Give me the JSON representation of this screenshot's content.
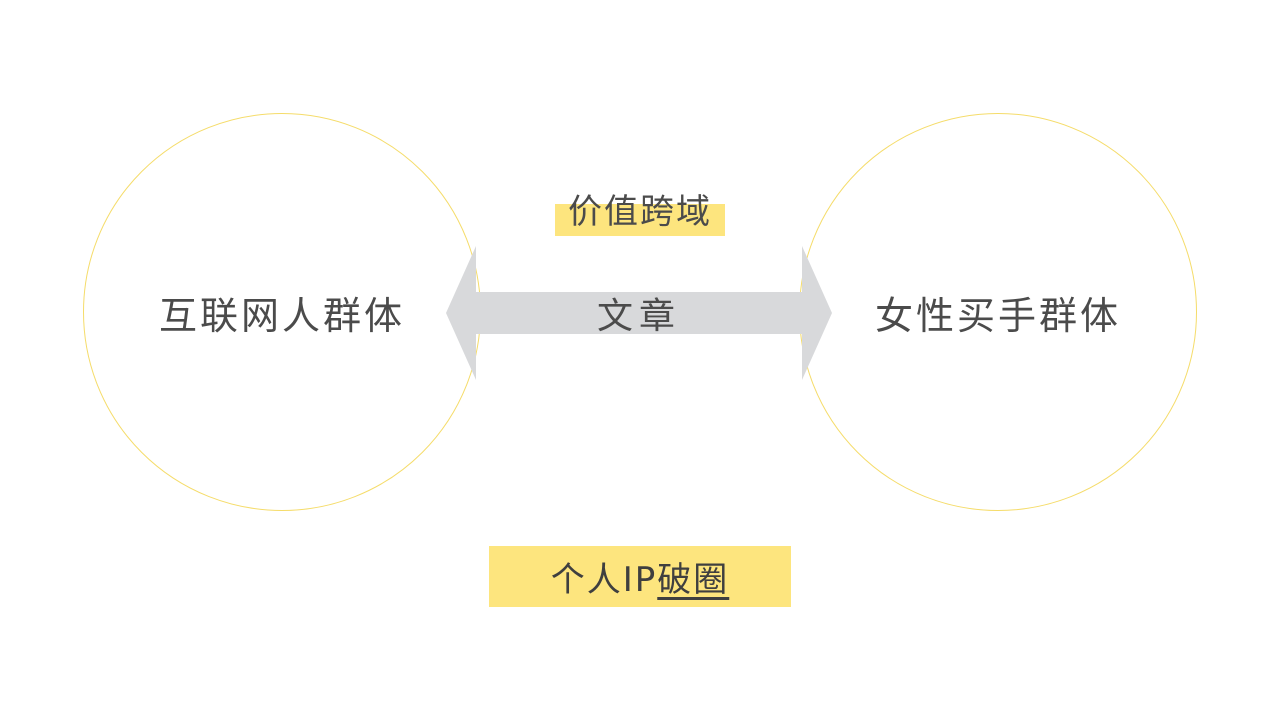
{
  "diagram": {
    "left_group": {
      "label": "互联网人群体"
    },
    "right_group": {
      "label": "女性买手群体"
    },
    "connector": {
      "label": "文章",
      "type": "double-arrow"
    },
    "top_tag": {
      "label": "价值跨域"
    },
    "bottom_tag": {
      "prefix": "个人IP",
      "underlined": "破圈"
    }
  },
  "colors": {
    "circle_border": "#f5dc6a",
    "highlight": "#fde57e",
    "arrow": "#d8d9db",
    "text": "#4b4b4b"
  }
}
